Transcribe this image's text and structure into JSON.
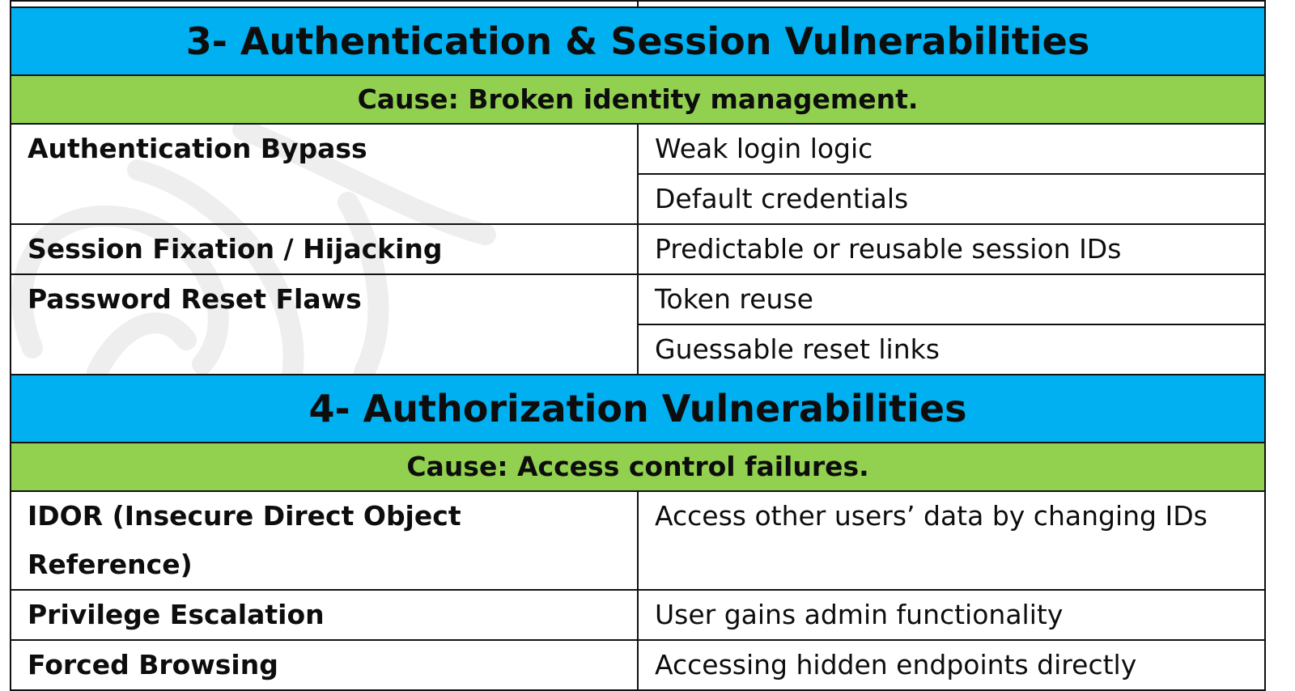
{
  "sections": [
    {
      "title": "3- Authentication & Session Vulnerabilities",
      "cause": "Cause: Broken identity management.",
      "items": [
        {
          "name": "Authentication Bypass",
          "details": [
            "Weak login logic",
            "Default credentials"
          ]
        },
        {
          "name": "Session Fixation / Hijacking",
          "details": [
            "Predictable or reusable session IDs"
          ]
        },
        {
          "name": "Password Reset Flaws",
          "details": [
            "Token reuse",
            "Guessable reset links"
          ]
        }
      ]
    },
    {
      "title": "4- Authorization Vulnerabilities",
      "cause": "Cause: Access control failures.",
      "items": [
        {
          "name": "IDOR (Insecure Direct Object Reference)",
          "details": [
            "Access other users’ data by changing IDs"
          ]
        },
        {
          "name": "Privilege Escalation",
          "details": [
            "User gains admin functionality"
          ]
        },
        {
          "name": "Forced Browsing",
          "details": [
            "Accessing hidden endpoints directly"
          ]
        }
      ]
    }
  ],
  "colors": {
    "section_header": "#00b0f0",
    "cause_row": "#92d050",
    "border": "#111111"
  }
}
